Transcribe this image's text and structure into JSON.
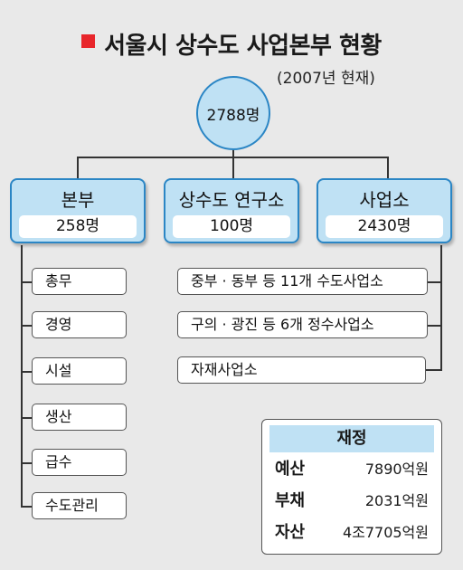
{
  "title": "서울시 상수도 사업본부 현황",
  "subtitle": "(2007년 현재)",
  "total": "2788명",
  "divisions": [
    {
      "name": "본부",
      "count": "258명"
    },
    {
      "name": "상수도 연구소",
      "count": "100명"
    },
    {
      "name": "사업소",
      "count": "2430명"
    }
  ],
  "hq_units": [
    "총무",
    "경영",
    "시설",
    "생산",
    "급수",
    "수도관리"
  ],
  "offices": [
    "중부 · 동부 등 11개 수도사업소",
    "구의 · 광진 등 6개 정수사업소",
    "자재사업소"
  ],
  "finance": {
    "title": "재정",
    "rows": [
      {
        "label": "예산",
        "value": "7890억원"
      },
      {
        "label": "부채",
        "value": "2031억원"
      },
      {
        "label": "자산",
        "value": "4조7705억원"
      }
    ]
  },
  "colors": {
    "accent": "#e8262b",
    "box_fill": "#bfe1f4",
    "box_border": "#2b86c5"
  }
}
